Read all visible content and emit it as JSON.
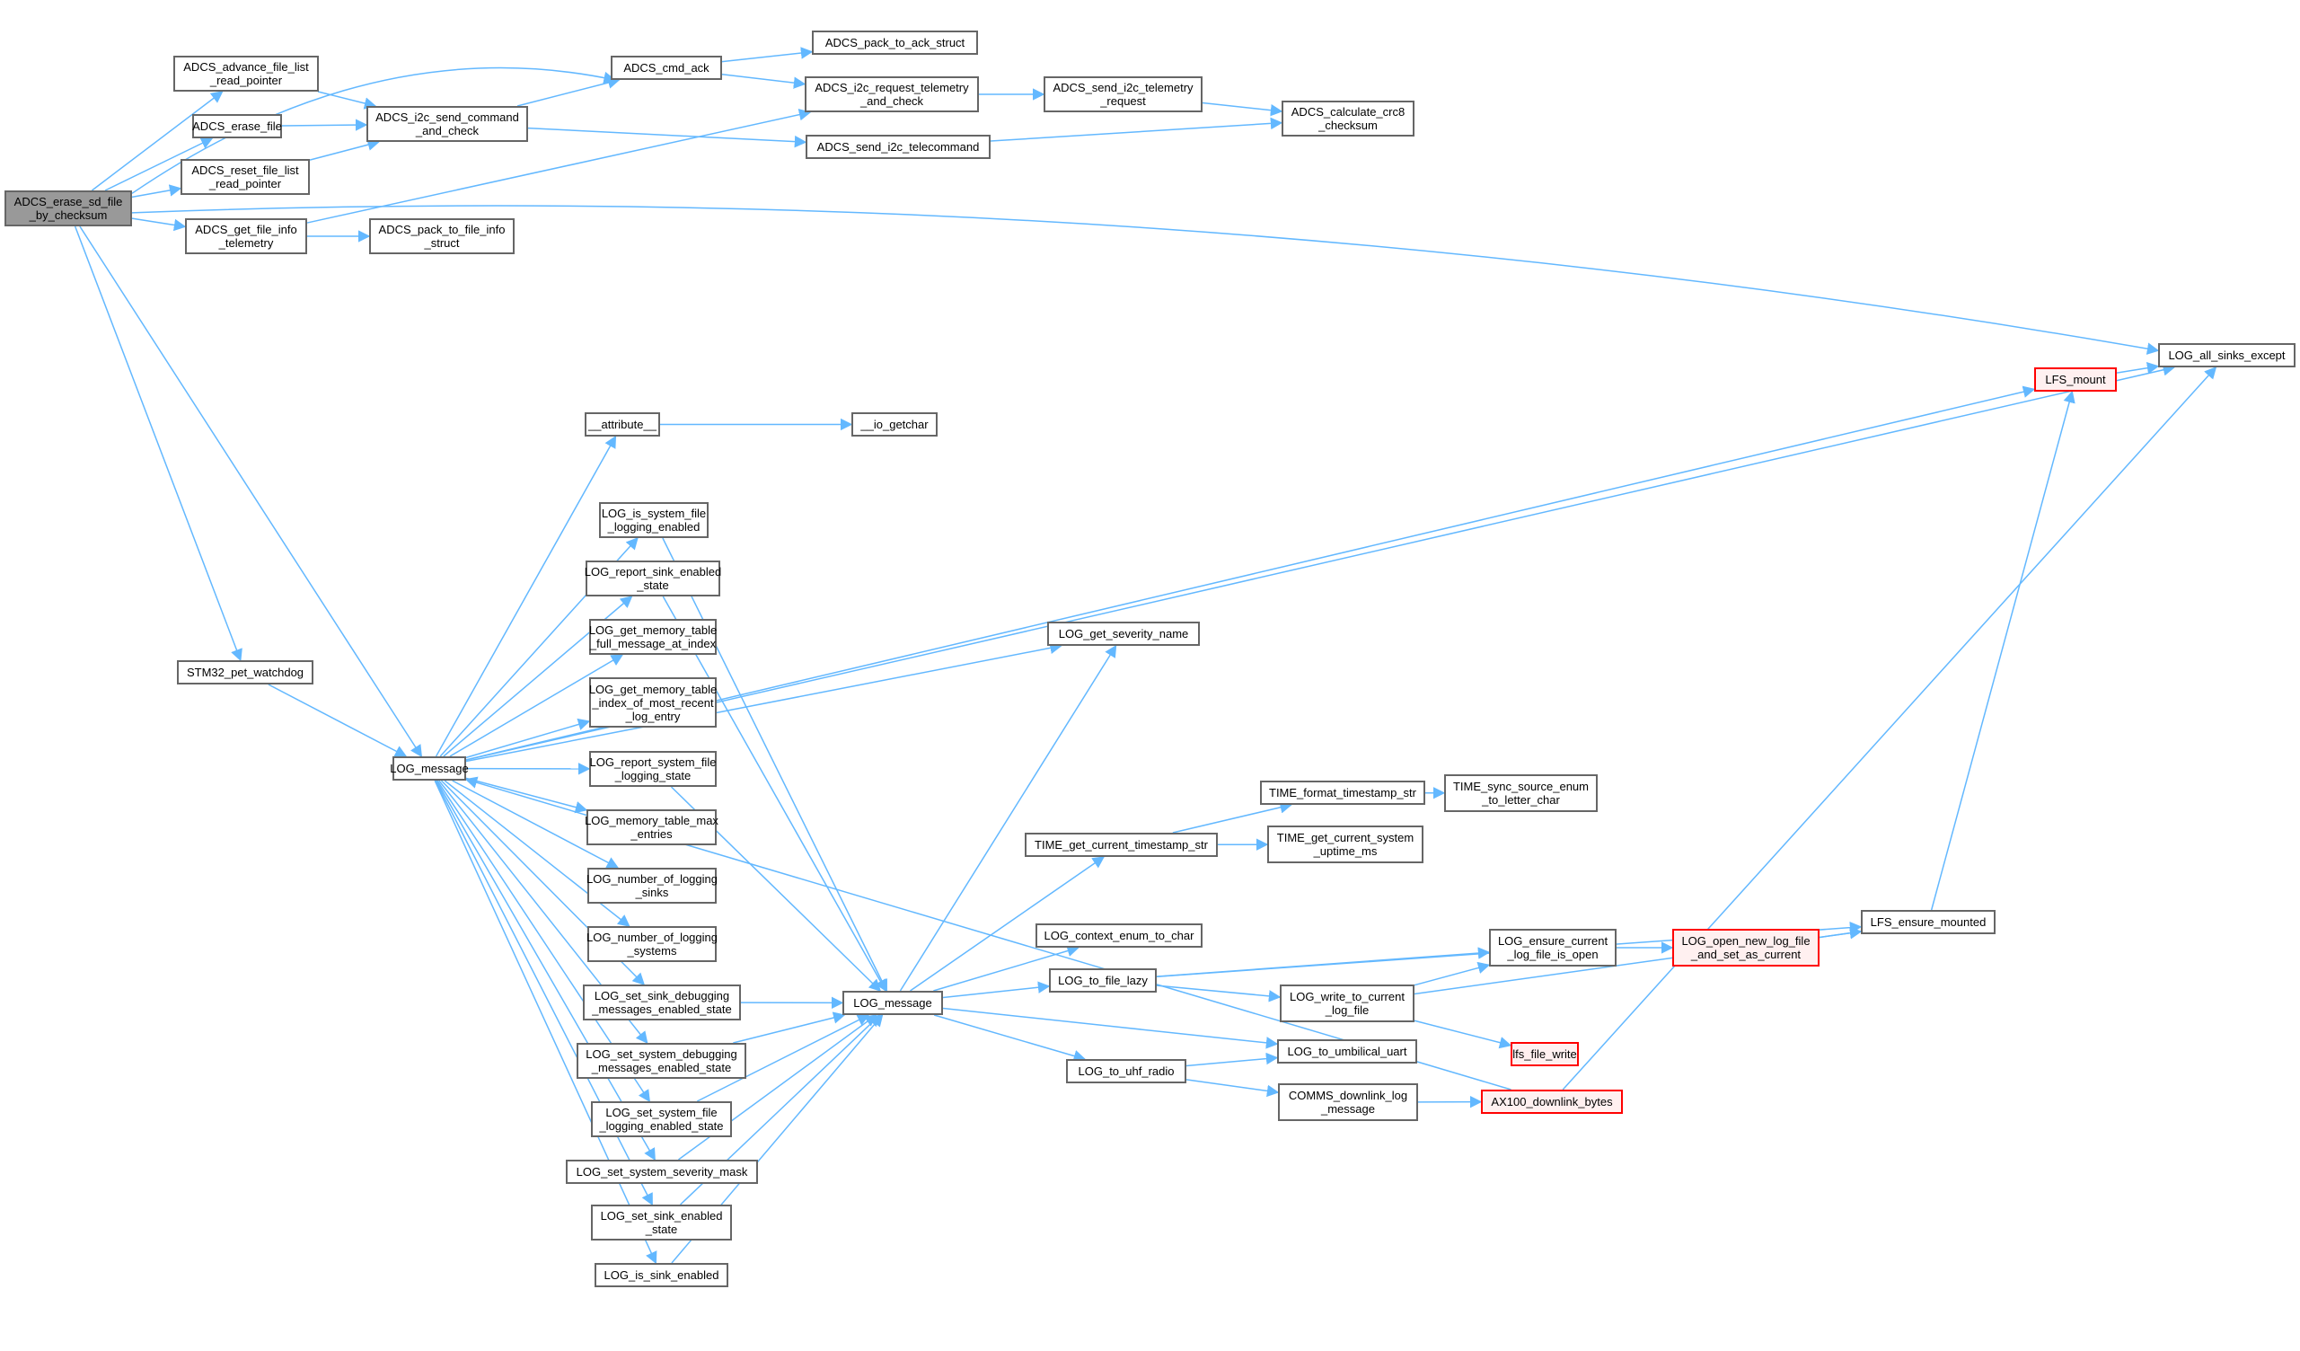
{
  "diagram": {
    "type": "call-graph",
    "edge_color": "#63b8ff",
    "node_border_color": "#666666",
    "root_fill_color": "#999999",
    "truncated_node_border_color": "#ff0000",
    "truncated_node_fill_color": "#fff0f0",
    "nodes": [
      {
        "id": "root",
        "label": "ADCS_erase_sd_file\n_by_checksum",
        "style": "root"
      },
      {
        "id": "adv",
        "label": "ADCS_advance_file_list\n_read_pointer"
      },
      {
        "id": "erase",
        "label": "ADCS_erase_file"
      },
      {
        "id": "reset",
        "label": "ADCS_reset_file_list\n_read_pointer"
      },
      {
        "id": "getinfo",
        "label": "ADCS_get_file_info\n_telemetry"
      },
      {
        "id": "sendcmd",
        "label": "ADCS_i2c_send_command\n_and_check"
      },
      {
        "id": "packfile",
        "label": "ADCS_pack_to_file_info\n_struct"
      },
      {
        "id": "cmdack",
        "label": "ADCS_cmd_ack"
      },
      {
        "id": "packack",
        "label": "ADCS_pack_to_ack_struct"
      },
      {
        "id": "reqtel",
        "label": "ADCS_i2c_request_telemetry\n_and_check"
      },
      {
        "id": "sendtc",
        "label": "ADCS_send_i2c_telecommand"
      },
      {
        "id": "sendtelreq",
        "label": "ADCS_send_i2c_telemetry\n_request"
      },
      {
        "id": "crc8",
        "label": "ADCS_calculate_crc8\n_checksum"
      },
      {
        "id": "allsinks",
        "label": "LOG_all_sinks_except"
      },
      {
        "id": "lfsmount",
        "label": "LFS_mount",
        "style": "red"
      },
      {
        "id": "stm32",
        "label": "STM32_pet_watchdog"
      },
      {
        "id": "logmsg1",
        "label": "LOG_message"
      },
      {
        "id": "attr",
        "label": "__attribute__"
      },
      {
        "id": "iogetchar",
        "label": "__io_getchar"
      },
      {
        "id": "issysfile",
        "label": "LOG_is_system_file\n_logging_enabled"
      },
      {
        "id": "repsink",
        "label": "LOG_report_sink_enabled\n_state"
      },
      {
        "id": "memfull",
        "label": "LOG_get_memory_table\n_full_message_at_index"
      },
      {
        "id": "memidx",
        "label": "LOG_get_memory_table\n_index_of_most_recent\n_log_entry"
      },
      {
        "id": "repsysfile",
        "label": "LOG_report_system_file\n_logging_state"
      },
      {
        "id": "memmax",
        "label": "LOG_memory_table_max\n_entries"
      },
      {
        "id": "numsinks",
        "label": "LOG_number_of_logging\n_sinks"
      },
      {
        "id": "numsys",
        "label": "LOG_number_of_logging\n_systems"
      },
      {
        "id": "setsinkdbg",
        "label": "LOG_set_sink_debugging\n_messages_enabled_state"
      },
      {
        "id": "setsysdbg",
        "label": "LOG_set_system_debugging\n_messages_enabled_state"
      },
      {
        "id": "setsysfile",
        "label": "LOG_set_system_file\n_logging_enabled_state"
      },
      {
        "id": "setsev",
        "label": "LOG_set_system_severity_mask"
      },
      {
        "id": "setsinken",
        "label": "LOG_set_sink_enabled\n_state"
      },
      {
        "id": "issinken",
        "label": "LOG_is_sink_enabled"
      },
      {
        "id": "logmsg2",
        "label": "LOG_message"
      },
      {
        "id": "sevname",
        "label": "LOG_get_severity_name"
      },
      {
        "id": "gettime",
        "label": "TIME_get_current_timestamp_str"
      },
      {
        "id": "fmttime",
        "label": "TIME_format_timestamp_str"
      },
      {
        "id": "syncsrc",
        "label": "TIME_sync_source_enum\n_to_letter_char"
      },
      {
        "id": "uptime",
        "label": "TIME_get_current_system\n_uptime_ms"
      },
      {
        "id": "ctxchar",
        "label": "LOG_context_enum_to_char"
      },
      {
        "id": "filelazy",
        "label": "LOG_to_file_lazy"
      },
      {
        "id": "ensureopen",
        "label": "LOG_ensure_current\n_log_file_is_open"
      },
      {
        "id": "opennew",
        "label": "LOG_open_new_log_file\n_and_set_as_current",
        "style": "red"
      },
      {
        "id": "ensuremnt",
        "label": "LFS_ensure_mounted"
      },
      {
        "id": "writecur",
        "label": "LOG_write_to_current\n_log_file"
      },
      {
        "id": "lfswrite",
        "label": "lfs_file_write",
        "style": "red"
      },
      {
        "id": "umbilical",
        "label": "LOG_to_umbilical_uart"
      },
      {
        "id": "uhf",
        "label": "LOG_to_uhf_radio"
      },
      {
        "id": "commsdl",
        "label": "COMMS_downlink_log\n_message"
      },
      {
        "id": "ax100",
        "label": "AX100_downlink_bytes",
        "style": "red"
      }
    ],
    "edges": [
      [
        "root",
        "adv"
      ],
      [
        "root",
        "erase"
      ],
      [
        "root",
        "reset"
      ],
      [
        "root",
        "getinfo"
      ],
      [
        "root",
        "cmdack"
      ],
      [
        "root",
        "allsinks"
      ],
      [
        "root",
        "stm32"
      ],
      [
        "root",
        "logmsg1"
      ],
      [
        "adv",
        "sendcmd"
      ],
      [
        "erase",
        "sendcmd"
      ],
      [
        "reset",
        "sendcmd"
      ],
      [
        "getinfo",
        "reqtel"
      ],
      [
        "getinfo",
        "packfile"
      ],
      [
        "sendcmd",
        "cmdack"
      ],
      [
        "sendcmd",
        "sendtc"
      ],
      [
        "cmdack",
        "packack"
      ],
      [
        "cmdack",
        "reqtel"
      ],
      [
        "reqtel",
        "sendtelreq"
      ],
      [
        "sendtelreq",
        "crc8"
      ],
      [
        "sendtc",
        "crc8"
      ],
      [
        "stm32",
        "logmsg1"
      ],
      [
        "logmsg1",
        "allsinks"
      ],
      [
        "logmsg1",
        "lfsmount"
      ],
      [
        "logmsg1",
        "attr"
      ],
      [
        "logmsg1",
        "sevname"
      ],
      [
        "logmsg1",
        "issysfile"
      ],
      [
        "logmsg1",
        "repsink"
      ],
      [
        "logmsg1",
        "memfull"
      ],
      [
        "logmsg1",
        "memidx"
      ],
      [
        "logmsg1",
        "repsysfile"
      ],
      [
        "logmsg1",
        "memmax"
      ],
      [
        "logmsg1",
        "numsinks"
      ],
      [
        "logmsg1",
        "numsys"
      ],
      [
        "logmsg1",
        "setsinkdbg"
      ],
      [
        "logmsg1",
        "setsysdbg"
      ],
      [
        "logmsg1",
        "setsysfile"
      ],
      [
        "logmsg1",
        "setsev"
      ],
      [
        "logmsg1",
        "setsinken"
      ],
      [
        "logmsg1",
        "issinken"
      ],
      [
        "attr",
        "iogetchar"
      ],
      [
        "issysfile",
        "logmsg2"
      ],
      [
        "repsink",
        "logmsg2"
      ],
      [
        "repsysfile",
        "logmsg2"
      ],
      [
        "setsinkdbg",
        "logmsg2"
      ],
      [
        "setsysdbg",
        "logmsg2"
      ],
      [
        "setsysfile",
        "logmsg2"
      ],
      [
        "setsev",
        "logmsg2"
      ],
      [
        "setsinken",
        "logmsg2"
      ],
      [
        "issinken",
        "logmsg2"
      ],
      [
        "logmsg2",
        "sevname"
      ],
      [
        "logmsg2",
        "gettime"
      ],
      [
        "logmsg2",
        "ctxchar"
      ],
      [
        "logmsg2",
        "filelazy"
      ],
      [
        "logmsg2",
        "umbilical"
      ],
      [
        "logmsg2",
        "uhf"
      ],
      [
        "gettime",
        "fmttime"
      ],
      [
        "gettime",
        "uptime"
      ],
      [
        "fmttime",
        "syncsrc"
      ],
      [
        "filelazy",
        "ensuremnt"
      ],
      [
        "filelazy",
        "ensureopen"
      ],
      [
        "filelazy",
        "writecur"
      ],
      [
        "writecur",
        "ensureopen"
      ],
      [
        "writecur",
        "ensuremnt"
      ],
      [
        "writecur",
        "lfswrite"
      ],
      [
        "ensureopen",
        "opennew"
      ],
      [
        "opennew",
        "ensuremnt"
      ],
      [
        "ensuremnt",
        "lfsmount"
      ],
      [
        "lfsmount",
        "allsinks"
      ],
      [
        "uhf",
        "umbilical"
      ],
      [
        "uhf",
        "commsdl"
      ],
      [
        "commsdl",
        "ax100"
      ],
      [
        "ax100",
        "allsinks"
      ],
      [
        "ax100",
        "logmsg1"
      ]
    ]
  }
}
